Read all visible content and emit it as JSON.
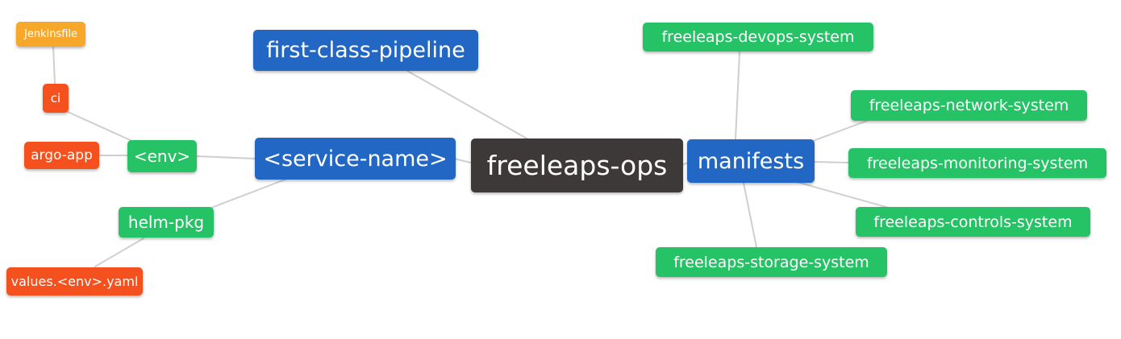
{
  "colors": {
    "blue": "#2367C4",
    "green": "#26C366",
    "orange": "#F7A82B",
    "red": "#F4511E",
    "dark": "#3C3938",
    "edge": "#CFCFCF",
    "background": "#FFFFFF"
  },
  "nodes": [
    {
      "id": "jenkinsfile",
      "label": "Jenkinsfile",
      "color": "orange"
    },
    {
      "id": "ci",
      "label": "ci",
      "color": "red"
    },
    {
      "id": "argo-app",
      "label": "argo-app",
      "color": "red"
    },
    {
      "id": "env",
      "label": "<env>",
      "color": "green"
    },
    {
      "id": "helm-pkg",
      "label": "helm-pkg",
      "color": "green"
    },
    {
      "id": "values-env-yaml",
      "label": "values.<env>.yaml",
      "color": "red"
    },
    {
      "id": "first-class-pipeline",
      "label": "first-class-pipeline",
      "color": "blue"
    },
    {
      "id": "service-name",
      "label": "<service-name>",
      "color": "blue"
    },
    {
      "id": "freeleaps-ops",
      "label": "freeleaps-ops",
      "color": "dark"
    },
    {
      "id": "manifests",
      "label": "manifests",
      "color": "blue"
    },
    {
      "id": "freeleaps-devops-system",
      "label": "freeleaps-devops-system",
      "color": "green"
    },
    {
      "id": "freeleaps-network-system",
      "label": "freeleaps-network-system",
      "color": "green"
    },
    {
      "id": "freeleaps-monitoring-system",
      "label": "freeleaps-monitoring-system",
      "color": "green"
    },
    {
      "id": "freeleaps-controls-system",
      "label": "freeleaps-controls-system",
      "color": "green"
    },
    {
      "id": "freeleaps-storage-system",
      "label": "freeleaps-storage-system",
      "color": "green"
    }
  ],
  "edges": [
    {
      "from": "jenkinsfile",
      "to": "ci"
    },
    {
      "from": "ci",
      "to": "env"
    },
    {
      "from": "argo-app",
      "to": "env"
    },
    {
      "from": "env",
      "to": "service-name"
    },
    {
      "from": "helm-pkg",
      "to": "service-name"
    },
    {
      "from": "values-env-yaml",
      "to": "helm-pkg"
    },
    {
      "from": "first-class-pipeline",
      "to": "freeleaps-ops"
    },
    {
      "from": "service-name",
      "to": "freeleaps-ops"
    },
    {
      "from": "freeleaps-ops",
      "to": "manifests"
    },
    {
      "from": "manifests",
      "to": "freeleaps-devops-system"
    },
    {
      "from": "manifests",
      "to": "freeleaps-network-system"
    },
    {
      "from": "manifests",
      "to": "freeleaps-monitoring-system"
    },
    {
      "from": "manifests",
      "to": "freeleaps-controls-system"
    },
    {
      "from": "manifests",
      "to": "freeleaps-storage-system"
    }
  ]
}
